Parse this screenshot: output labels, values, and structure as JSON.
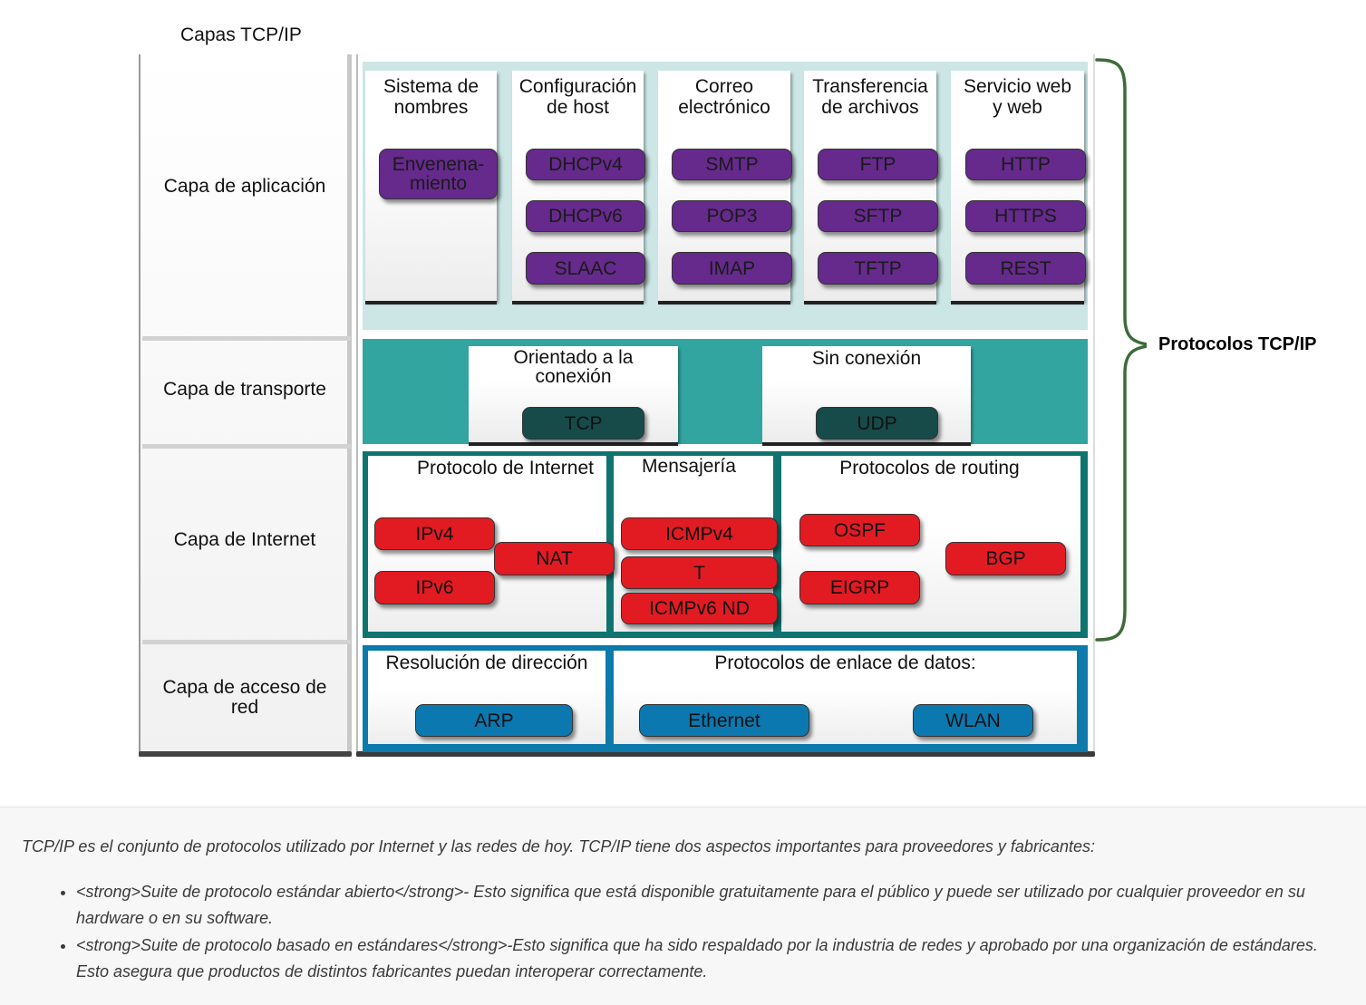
{
  "diagram": {
    "title": "Capas TCP/IP",
    "brace_label": "Protocolos TCP/IP",
    "colors": {
      "application_band": "#cce6e6",
      "application_protocol": "#652a8c",
      "transport_band": "#33a5a1",
      "transport_protocol": "#164b4a",
      "internet_band": "#0f7470",
      "internet_protocol": "#e21b23",
      "network_access_band": "#0c7aab",
      "network_access_protocol": "#0b78b0",
      "brace": "#3d6b3a"
    },
    "layers": [
      {
        "name": "Capa de aplicación",
        "categories": [
          {
            "title": "Sistema de\nnombres",
            "protocols": [
              "Envenena-\nmiento"
            ]
          },
          {
            "title": "Configuración\nde host",
            "protocols": [
              "DHCPv4",
              "DHCPv6",
              "SLAAC"
            ]
          },
          {
            "title": "Correo\nelectrónico",
            "protocols": [
              "SMTP",
              "POP3",
              "IMAP"
            ]
          },
          {
            "title": "Transferencia\nde archivos",
            "protocols": [
              "FTP",
              "SFTP",
              "TFTP"
            ]
          },
          {
            "title": "Servicio web\ny web",
            "protocols": [
              "HTTP",
              "HTTPS",
              "REST"
            ]
          }
        ]
      },
      {
        "name": "Capa de transporte",
        "categories": [
          {
            "title": "Orientado a la\nconexión",
            "protocols": [
              "TCP"
            ]
          },
          {
            "title": "Sin conexión",
            "protocols": [
              "UDP"
            ]
          }
        ]
      },
      {
        "name": "Capa de Internet",
        "categories": [
          {
            "title": "Protocolo de Internet",
            "protocols": [
              "IPv4",
              "IPv6",
              "NAT"
            ]
          },
          {
            "title": "Mensajería",
            "protocols": [
              "ICMPv4",
              "T",
              "ICMPv6 ND"
            ]
          },
          {
            "title": "Protocolos de routing",
            "protocols": [
              "OSPF",
              "EIGRP",
              "BGP"
            ]
          }
        ]
      },
      {
        "name": "Capa de acceso de\nred",
        "categories": [
          {
            "title": "Resolución de dirección",
            "protocols": [
              "ARP"
            ]
          },
          {
            "title": "Protocolos de enlace de datos:",
            "protocols": [
              "Ethernet",
              "WLAN"
            ]
          }
        ]
      }
    ]
  },
  "description": {
    "intro": "TCP/IP es el conjunto de protocolos utilizado por Internet y las redes de hoy. TCP/IP tiene dos aspectos importantes para proveedores y fabricantes:",
    "bullets": [
      "<strong>Suite de protocolo estándar abierto</strong>- Esto significa que está disponible gratuitamente para el público y puede ser utilizado por cualquier proveedor en su hardware o en su software.",
      "<strong>Suite de protocolo basado en estándares</strong>-Esto significa que ha sido respaldado por la industria de redes y aprobado por una organización de estándares. Esto asegura que productos de distintos fabricantes puedan interoperar correctamente."
    ]
  }
}
